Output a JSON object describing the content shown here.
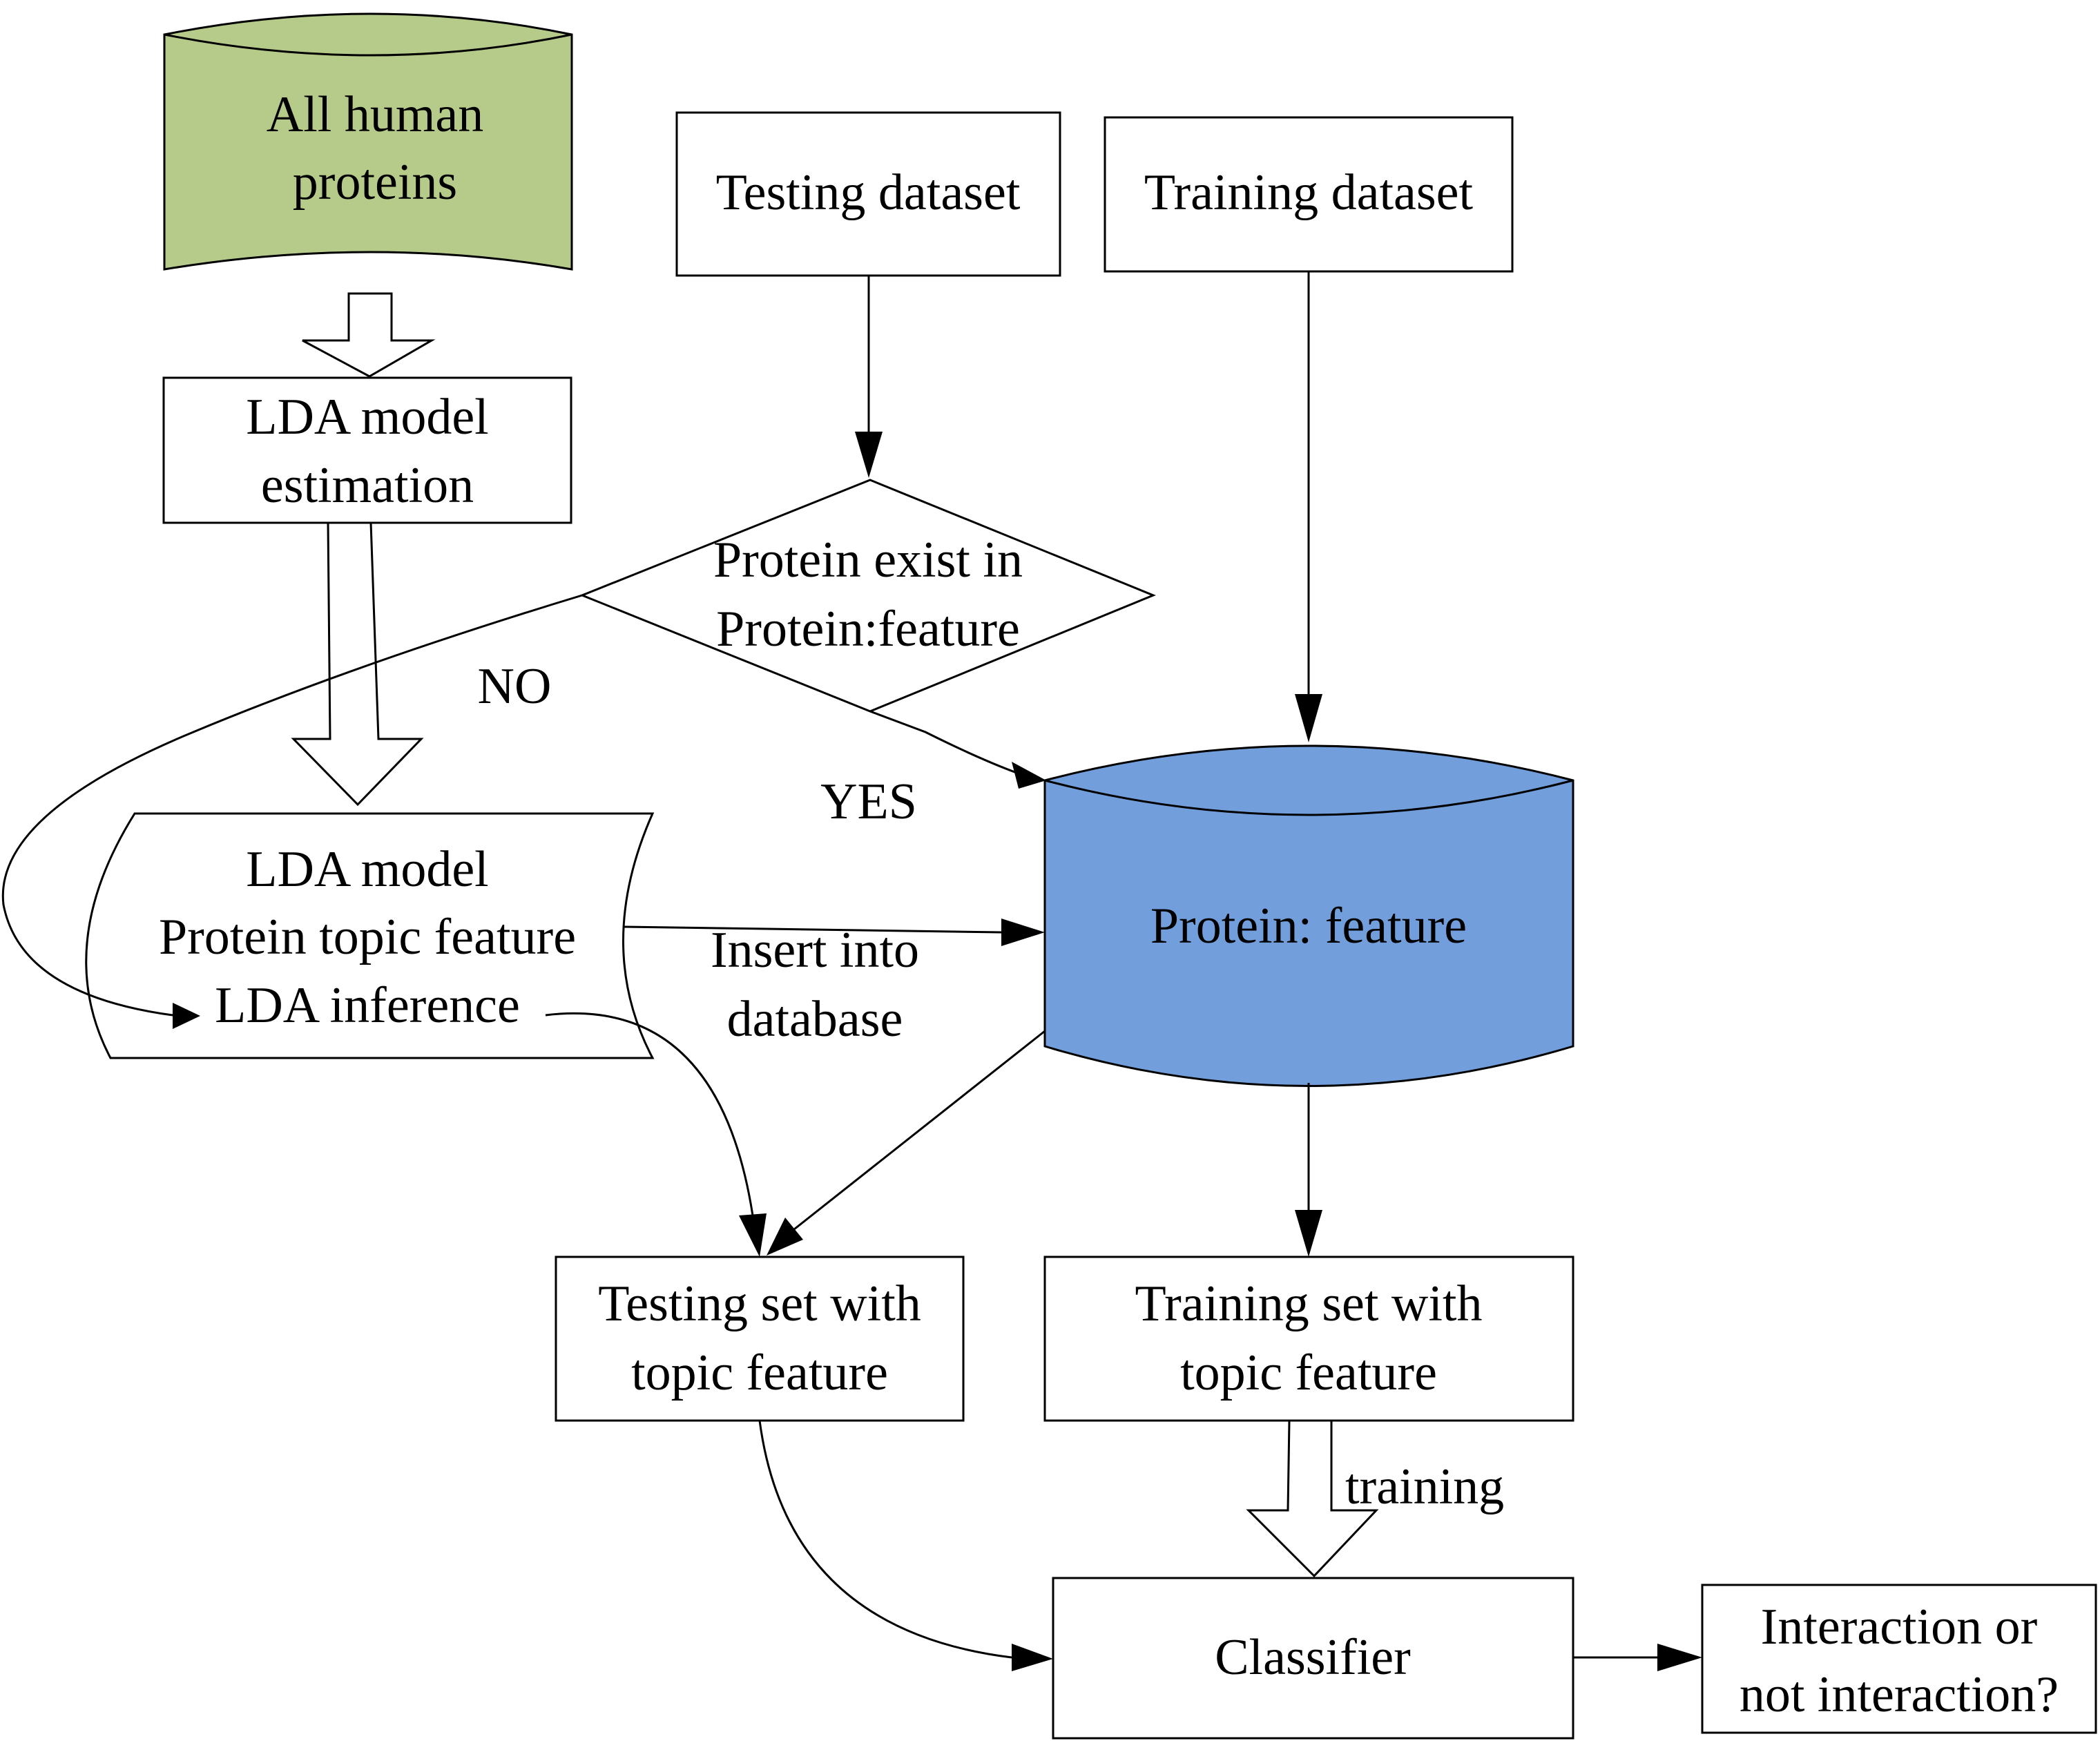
{
  "nodes": {
    "all_human_proteins": {
      "lines": [
        "All human",
        "proteins"
      ],
      "color": "#b6cb8a"
    },
    "testing_dataset": {
      "lines": [
        "Testing dataset"
      ]
    },
    "training_dataset": {
      "lines": [
        "Training dataset"
      ]
    },
    "lda_model_estimation": {
      "lines": [
        "LDA model",
        "estimation"
      ]
    },
    "decision": {
      "lines": [
        "Protein exist in",
        "Protein:feature"
      ]
    },
    "lda_document": {
      "lines": [
        "LDA model",
        "Protein topic feature",
        "LDA inference"
      ]
    },
    "protein_feature_db": {
      "lines": [
        "Protein:  feature"
      ],
      "color": "#729fdb"
    },
    "testing_set": {
      "lines": [
        "Testing set with",
        "topic feature"
      ]
    },
    "training_set": {
      "lines": [
        "Training set with",
        "topic feature"
      ]
    },
    "classifier": {
      "lines": [
        "Classifier"
      ]
    },
    "result": {
      "lines": [
        "Interaction or",
        "not interaction?"
      ]
    }
  },
  "edge_labels": {
    "no": "NO",
    "yes": "YES",
    "insert": [
      "Insert into",
      "database"
    ],
    "training": "training"
  }
}
